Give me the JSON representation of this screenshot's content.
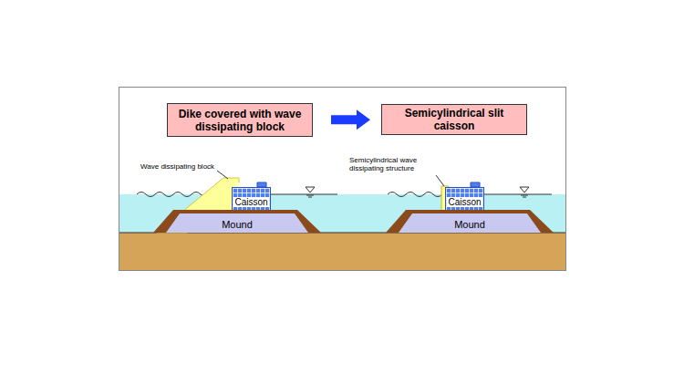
{
  "diagram": {
    "nodes": [
      {
        "text": [
          "Dike covered with wave dissipating block"
        ]
      },
      {
        "text": [
          "Semicylindrical slit caisson"
        ]
      },
      {
        "text": [
          "Caisson"
        ]
      },
      {
        "text": [
          "Mound"
        ]
      },
      {
        "text": [
          "Caisson"
        ]
      },
      {
        "text": [
          "Mound"
        ]
      }
    ],
    "edges": [
      {
        "from": 0,
        "to": 1,
        "arrow": "to"
      }
    ],
    "labels": [
      "Wave dissipating block",
      "Semicylindrical wave dissipating structure"
    ]
  }
}
